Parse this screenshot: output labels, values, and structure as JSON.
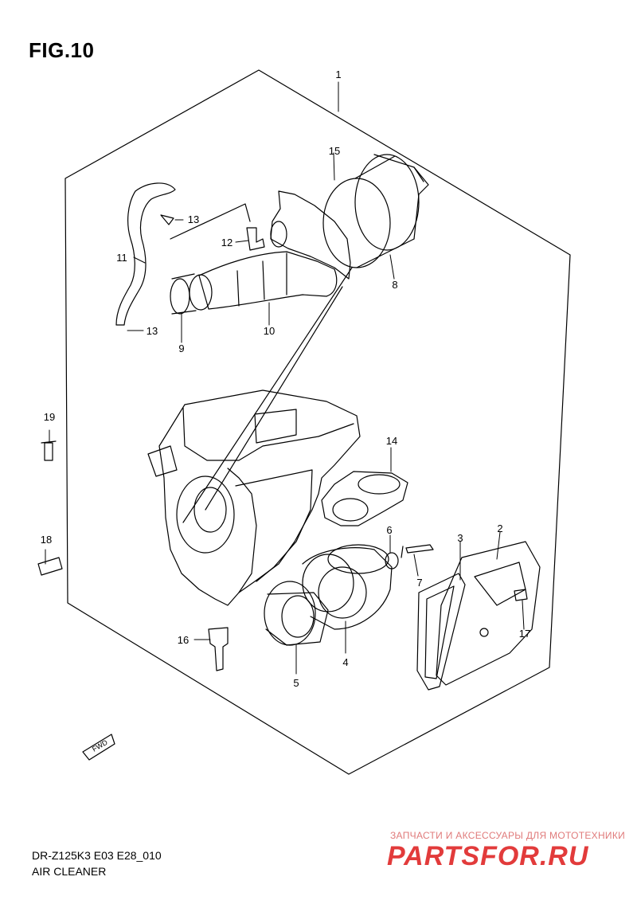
{
  "figure": {
    "title": "FIG.10",
    "model_code": "DR-Z125K3 E03 E28_010",
    "section_name": "AIR CLEANER"
  },
  "callouts": [
    {
      "id": "1",
      "label": "1"
    },
    {
      "id": "2",
      "label": "2"
    },
    {
      "id": "3",
      "label": "3"
    },
    {
      "id": "4",
      "label": "4"
    },
    {
      "id": "5",
      "label": "5"
    },
    {
      "id": "6",
      "label": "6"
    },
    {
      "id": "7",
      "label": "7"
    },
    {
      "id": "8",
      "label": "8"
    },
    {
      "id": "9",
      "label": "9"
    },
    {
      "id": "10",
      "label": "10"
    },
    {
      "id": "11",
      "label": "11"
    },
    {
      "id": "12",
      "label": "12"
    },
    {
      "id": "13a",
      "label": "13"
    },
    {
      "id": "13b",
      "label": "13"
    },
    {
      "id": "14",
      "label": "14"
    },
    {
      "id": "15",
      "label": "15"
    },
    {
      "id": "16",
      "label": "16"
    },
    {
      "id": "17",
      "label": "17"
    },
    {
      "id": "18",
      "label": "18"
    },
    {
      "id": "19",
      "label": "19"
    }
  ],
  "direction_marker": "FWD",
  "watermark": {
    "tagline": "ЗАПЧАСТИ И АКСЕССУАРЫ ДЛЯ МОТОТЕХНИКИ",
    "logo": "PARTSFOR.RU",
    "logo_color": "#e23b3b"
  }
}
